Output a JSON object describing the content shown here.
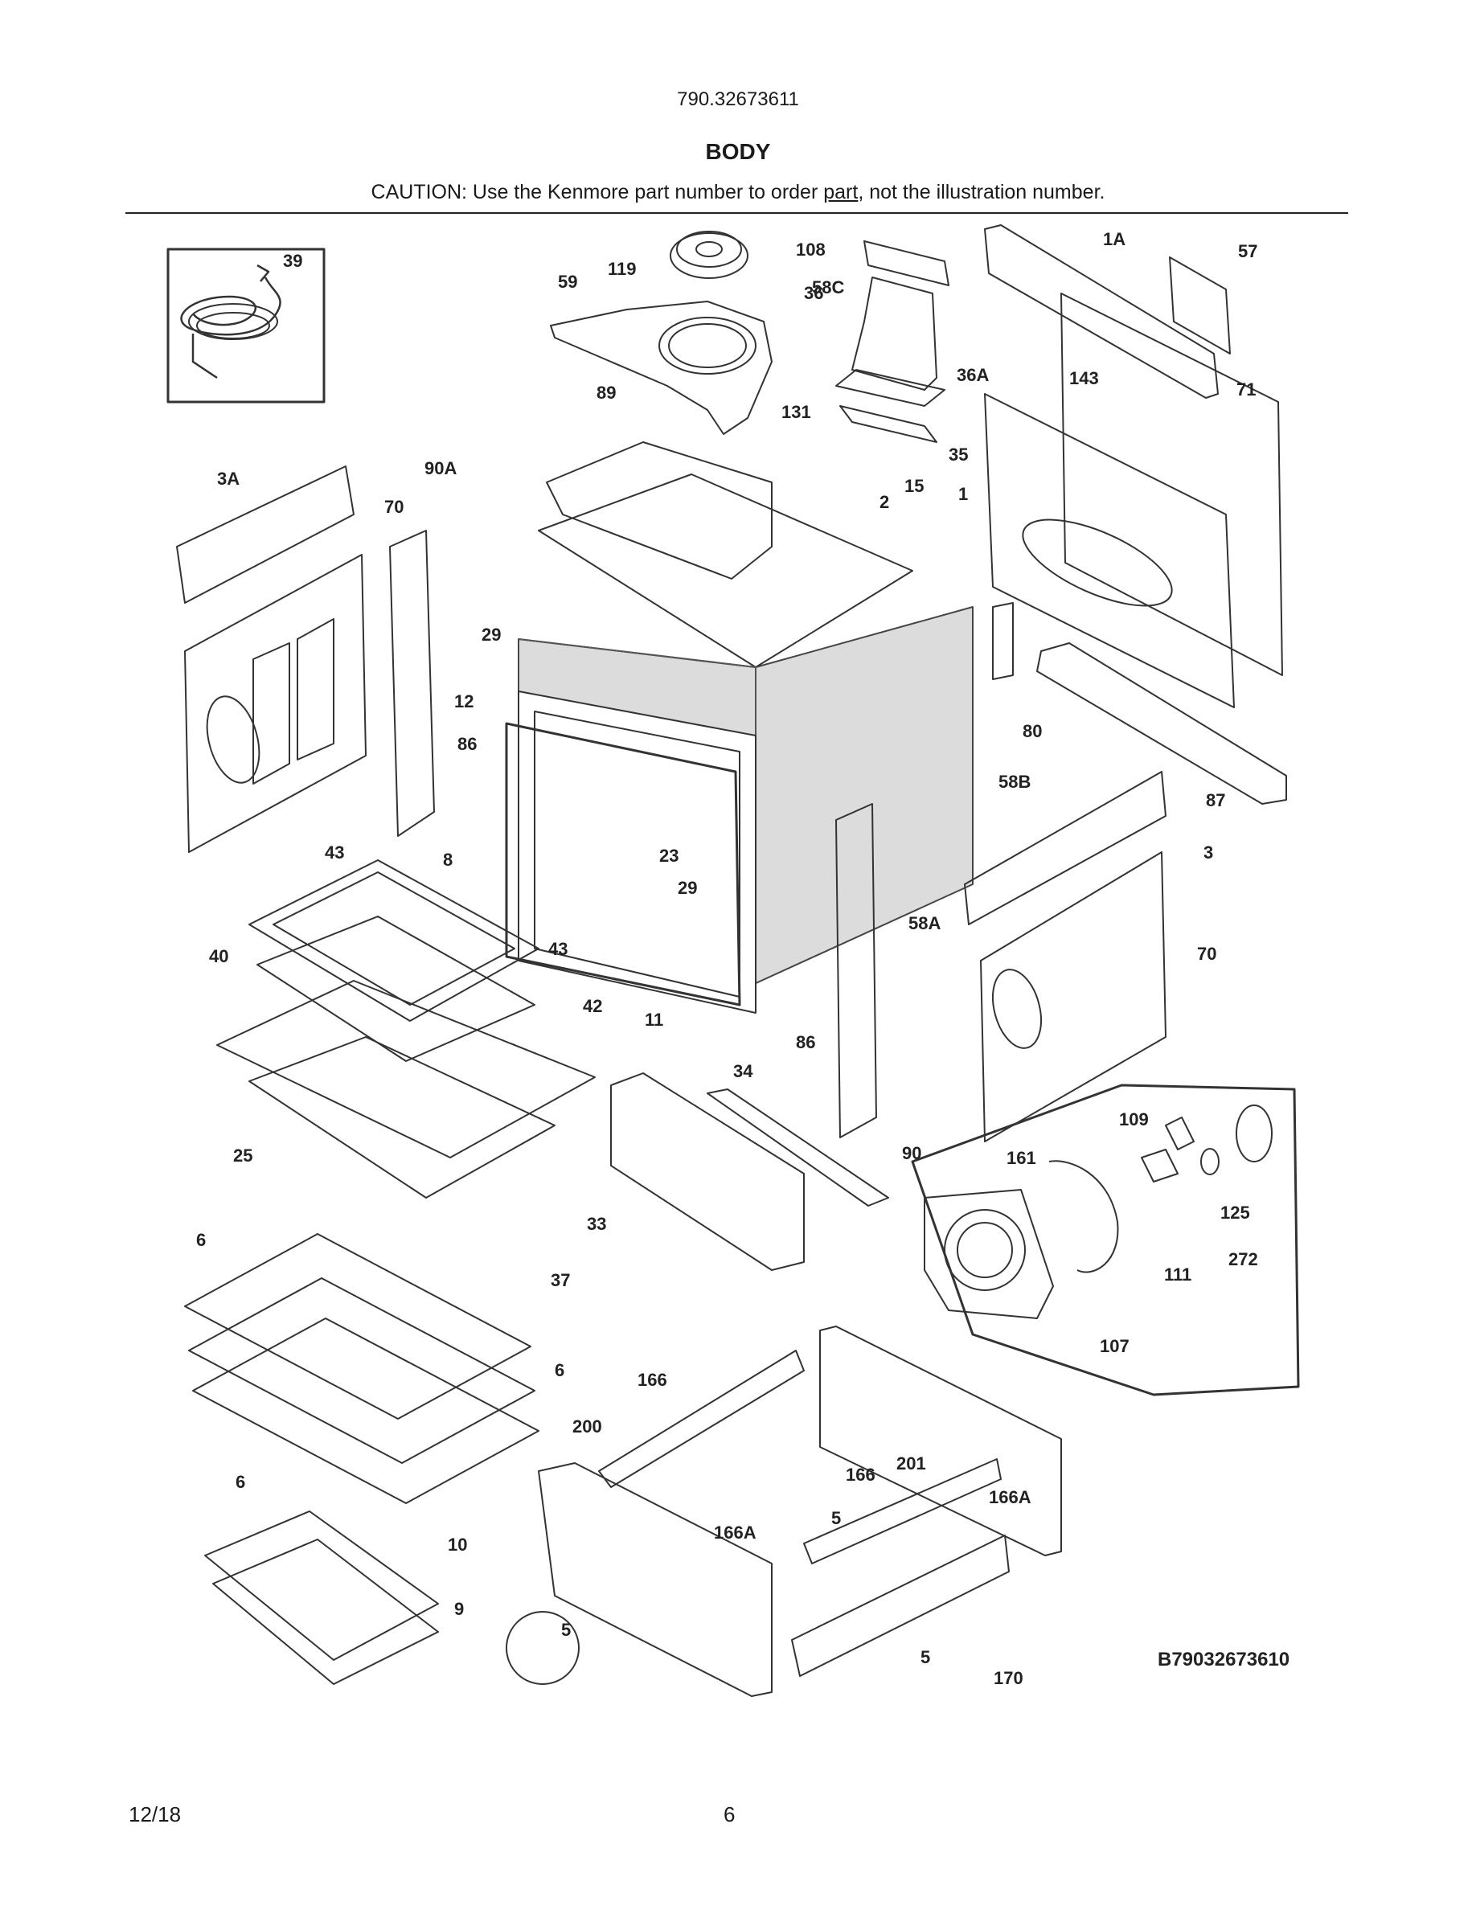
{
  "header": {
    "model_number": "790.32673611",
    "section_title": "BODY",
    "caution": {
      "prefix": "CAUTION: Use the Kenmore part number to order ",
      "underlined": "part",
      "suffix": ", not the illustration number."
    }
  },
  "diagram": {
    "drawing_code": "B79032673610",
    "callouts": [
      {
        "label": "39"
      },
      {
        "label": "119"
      },
      {
        "label": "108"
      },
      {
        "label": "59"
      },
      {
        "label": "58C"
      },
      {
        "label": "36"
      },
      {
        "label": "1A"
      },
      {
        "label": "57"
      },
      {
        "label": "36A"
      },
      {
        "label": "143"
      },
      {
        "label": "71"
      },
      {
        "label": "89"
      },
      {
        "label": "131"
      },
      {
        "label": "35"
      },
      {
        "label": "3A"
      },
      {
        "label": "90A"
      },
      {
        "label": "70"
      },
      {
        "label": "15"
      },
      {
        "label": "2"
      },
      {
        "label": "1"
      },
      {
        "label": "29"
      },
      {
        "label": "12"
      },
      {
        "label": "86"
      },
      {
        "label": "80"
      },
      {
        "label": "58B"
      },
      {
        "label": "87"
      },
      {
        "label": "43"
      },
      {
        "label": "8"
      },
      {
        "label": "23"
      },
      {
        "label": "29"
      },
      {
        "label": "3"
      },
      {
        "label": "58A"
      },
      {
        "label": "43"
      },
      {
        "label": "40"
      },
      {
        "label": "70"
      },
      {
        "label": "42"
      },
      {
        "label": "11"
      },
      {
        "label": "86"
      },
      {
        "label": "34"
      },
      {
        "label": "109"
      },
      {
        "label": "25"
      },
      {
        "label": "90"
      },
      {
        "label": "161"
      },
      {
        "label": "125"
      },
      {
        "label": "33"
      },
      {
        "label": "6"
      },
      {
        "label": "111"
      },
      {
        "label": "272"
      },
      {
        "label": "37"
      },
      {
        "label": "107"
      },
      {
        "label": "6"
      },
      {
        "label": "166"
      },
      {
        "label": "200"
      },
      {
        "label": "201"
      },
      {
        "label": "6"
      },
      {
        "label": "166"
      },
      {
        "label": "166A"
      },
      {
        "label": "5"
      },
      {
        "label": "166A"
      },
      {
        "label": "10"
      },
      {
        "label": "9"
      },
      {
        "label": "5"
      },
      {
        "label": "5"
      },
      {
        "label": "170"
      }
    ]
  },
  "footer": {
    "date": "12/18",
    "page_number": "6"
  }
}
